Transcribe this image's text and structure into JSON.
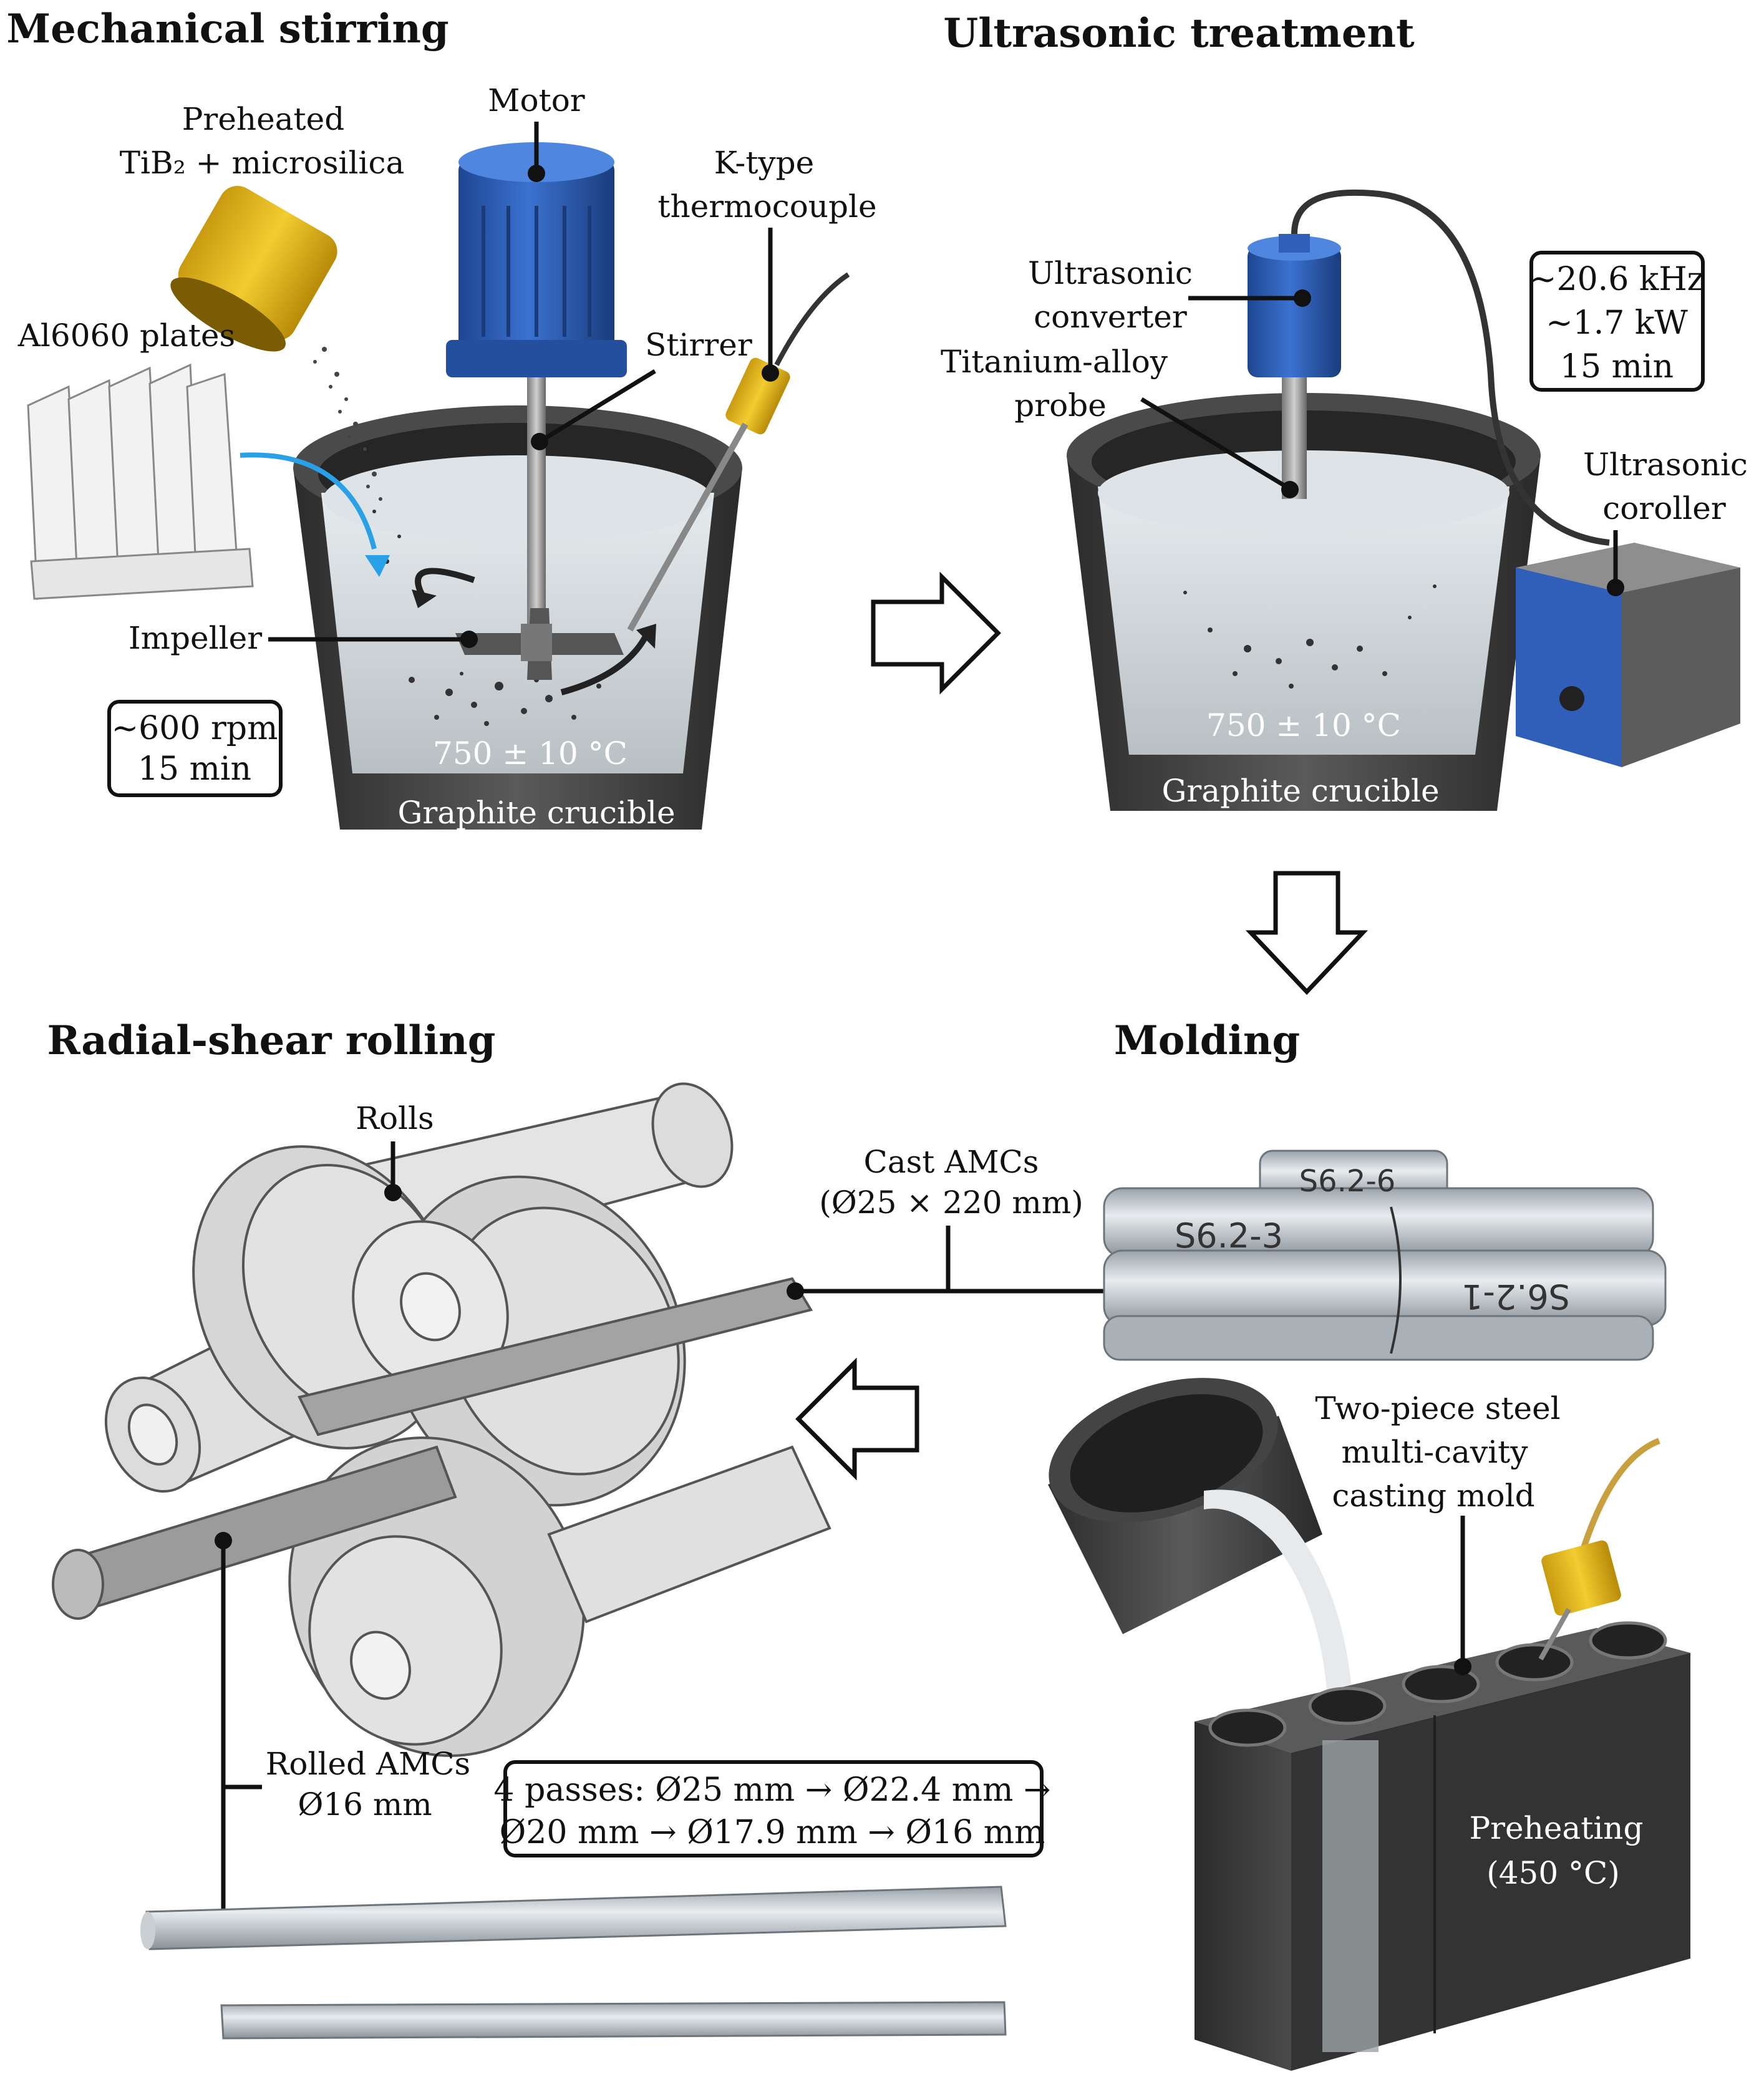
{
  "titles": {
    "stirring": "Mechanical stirring",
    "ultrasonic": "Ultrasonic treatment",
    "rolling": "Radial-shear rolling",
    "molding": "Molding"
  },
  "stirring": {
    "preheated_line1": "Preheated",
    "preheated_line2": "TiB₂ + microsilica",
    "motor": "Motor",
    "thermocouple_line1": "K-type",
    "thermocouple_line2": "thermocouple",
    "plates": "Al6060 plates",
    "stirrer": "Stirrer",
    "impeller": "Impeller",
    "params_line1": "~600 rpm",
    "params_line2": "15 min",
    "temperature": "750 ± 10 °C",
    "crucible": "Graphite crucible"
  },
  "ultrasonic": {
    "converter_line1": "Ultrasonic",
    "converter_line2": "converter",
    "probe_line1": "Titanium-alloy",
    "probe_line2": "probe",
    "params_line1": "~20.6 kHz",
    "params_line2": "~1.7 kW",
    "params_line3": "15 min",
    "controller_line1": "Ultrasonic",
    "controller_line2": "coroller",
    "temperature": "750 ± 10 °C",
    "crucible": "Graphite crucible"
  },
  "rolling": {
    "rolls": "Rolls",
    "cast_line1": "Cast AMCs",
    "cast_line2": "(Ø25 × 220 mm)",
    "rolled_line1": "Rolled AMCs",
    "rolled_line2": "Ø16 mm",
    "passes_line1": "4 passes: Ø25 mm → Ø22.4 mm →",
    "passes_line2": "Ø20 mm → Ø17.9 mm → Ø16 mm"
  },
  "cast_bars": {
    "bar1": "S6.2-6",
    "bar2": "S6.2-3",
    "bar3": "S6.2-1"
  },
  "molding": {
    "mold_line1": "Two-piece steel",
    "mold_line2": "multi-cavity",
    "mold_line3": "casting mold",
    "preheat_line1": "Preheating",
    "preheat_line2": "(450 °C)"
  },
  "colors": {
    "motor_blue": "#2f5fb8",
    "thermocouple_yellow": "#e0b820",
    "crucible_dark": "#3a3a3a",
    "melt_grey": "#cfd4d6",
    "flow_arrow": "#2aa0e6"
  }
}
